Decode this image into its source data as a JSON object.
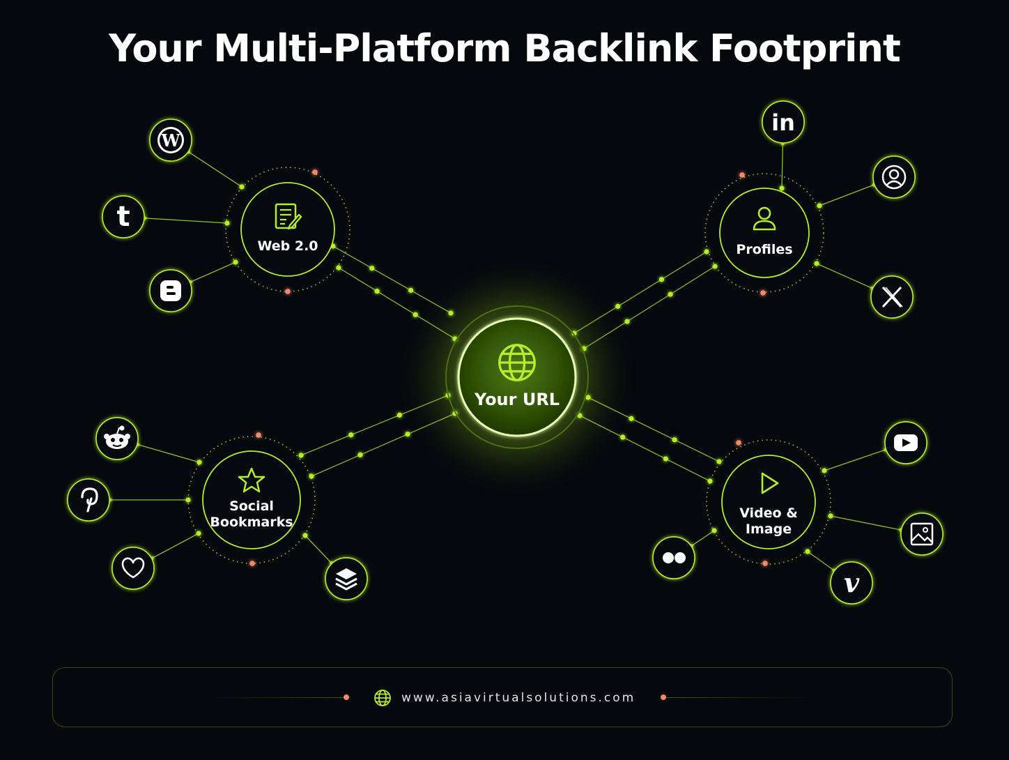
{
  "title": "Your Multi-Platform Backlink Footprint",
  "center": {
    "label": "Your URL",
    "icon": "globe-icon"
  },
  "hubs": [
    {
      "id": "web20",
      "lines": [
        "Web 2.0"
      ],
      "icon": "edit-document-icon",
      "platforms": [
        "wordpress-icon",
        "tumblr-icon",
        "blogger-icon"
      ]
    },
    {
      "id": "profiles",
      "lines": [
        "Profiles"
      ],
      "icon": "user-icon",
      "platforms": [
        "linkedin-icon",
        "user-circle-icon",
        "x-icon"
      ]
    },
    {
      "id": "social-bookmarks",
      "lines": [
        "Social",
        "Bookmarks"
      ],
      "icon": "star-icon",
      "platforms": [
        "reddit-icon",
        "pinterest-icon",
        "heart-icon",
        "layers-icon"
      ]
    },
    {
      "id": "video-image",
      "lines": [
        "Video &",
        "Image"
      ],
      "icon": "play-icon",
      "platforms": [
        "youtube-icon",
        "image-icon",
        "vimeo-icon",
        "flickr-icon"
      ]
    }
  ],
  "footer": {
    "url": "www.asiavirtualsolutions.com",
    "icon": "globe-icon"
  },
  "colors": {
    "accent": "#b5ee2a",
    "dot": "#f08a6a",
    "background": "#05080d"
  }
}
